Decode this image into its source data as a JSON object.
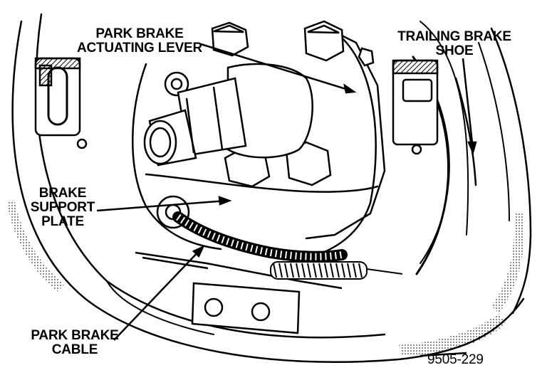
{
  "labels": {
    "park_brake_actuating_lever": [
      "PARK BRAKE",
      "ACTUATING LEVER"
    ],
    "trailing_brake_shoe": [
      "TRAILING BRAKE",
      "SHOE"
    ],
    "brake_support_plate": [
      "BRAKE",
      "SUPPORT",
      "PLATE"
    ],
    "park_brake_cable": [
      "PARK BRAKE",
      "CABLE"
    ]
  },
  "figure_id": "9505-229"
}
